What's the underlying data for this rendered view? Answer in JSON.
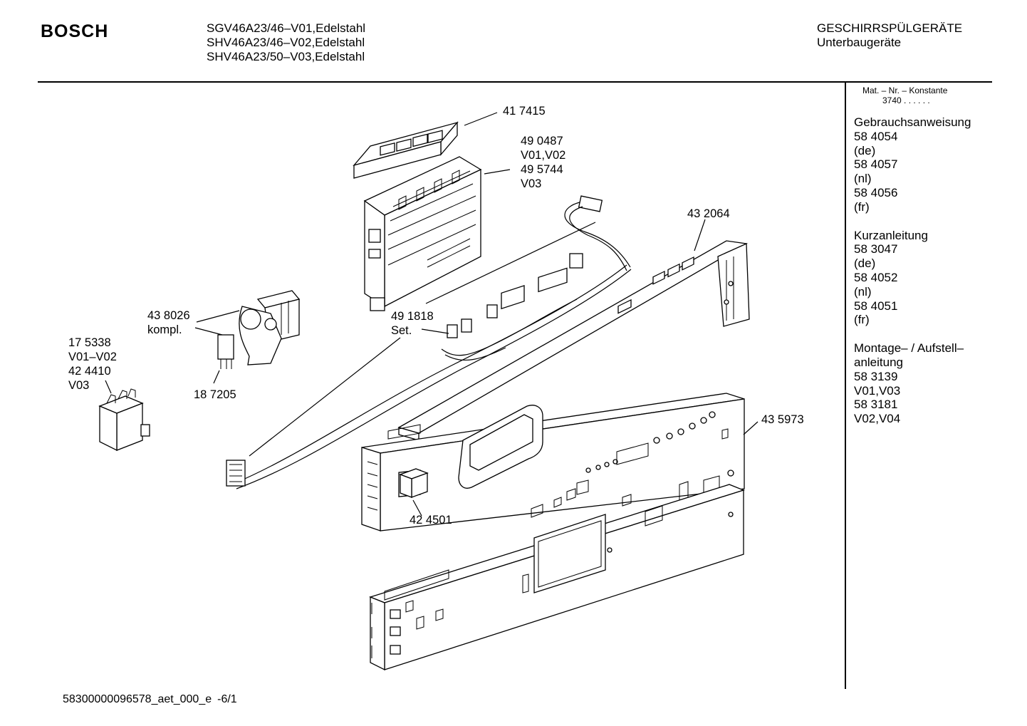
{
  "header": {
    "brand": "BOSCH",
    "models": [
      "SGV46A23/46–V01,Edelstahl",
      "SHV46A23/46–V02,Edelstahl",
      "SHV46A23/50–V03,Edelstahl"
    ],
    "category": "GESCHIRRSPÜLGERÄTE",
    "subcategory": "Unterbaugeräte"
  },
  "sidebar": {
    "matnr_label": "Mat. – Nr. – Konstante",
    "matnr_value": "3740 . .   . . . .",
    "groups": [
      {
        "title": "Gebrauchsanweisung",
        "lines": [
          "58 4054",
          "(de)",
          "58 4057",
          "(nl)",
          "58 4056",
          "(fr)"
        ]
      },
      {
        "title": "Kurzanleitung",
        "lines": [
          "58 3047",
          "(de)",
          "58 4052",
          "(nl)",
          "58 4051",
          "(fr)"
        ]
      },
      {
        "title": "Montage– / Aufstell–",
        "lines": [
          "anleitung",
          "58 3139",
          "V01,V03",
          "58 3181",
          "V02,V04"
        ]
      }
    ]
  },
  "parts": {
    "p417415": "41 7415",
    "p490487": [
      "49 0487",
      "V01,V02",
      "49 5744",
      "V03"
    ],
    "p432064": "43 2064",
    "p438026": [
      "43 8026",
      "kompl."
    ],
    "p175338": [
      "17 5338",
      "V01–V02",
      "42 4410",
      "V03"
    ],
    "p491818": [
      "49 1818",
      "Set."
    ],
    "p187205": "18 7205",
    "p435973": "43 5973",
    "p424501": "42 4501"
  },
  "footer": {
    "doc_id": "58300000096578_aet_000_e",
    "page": "-6/1"
  }
}
